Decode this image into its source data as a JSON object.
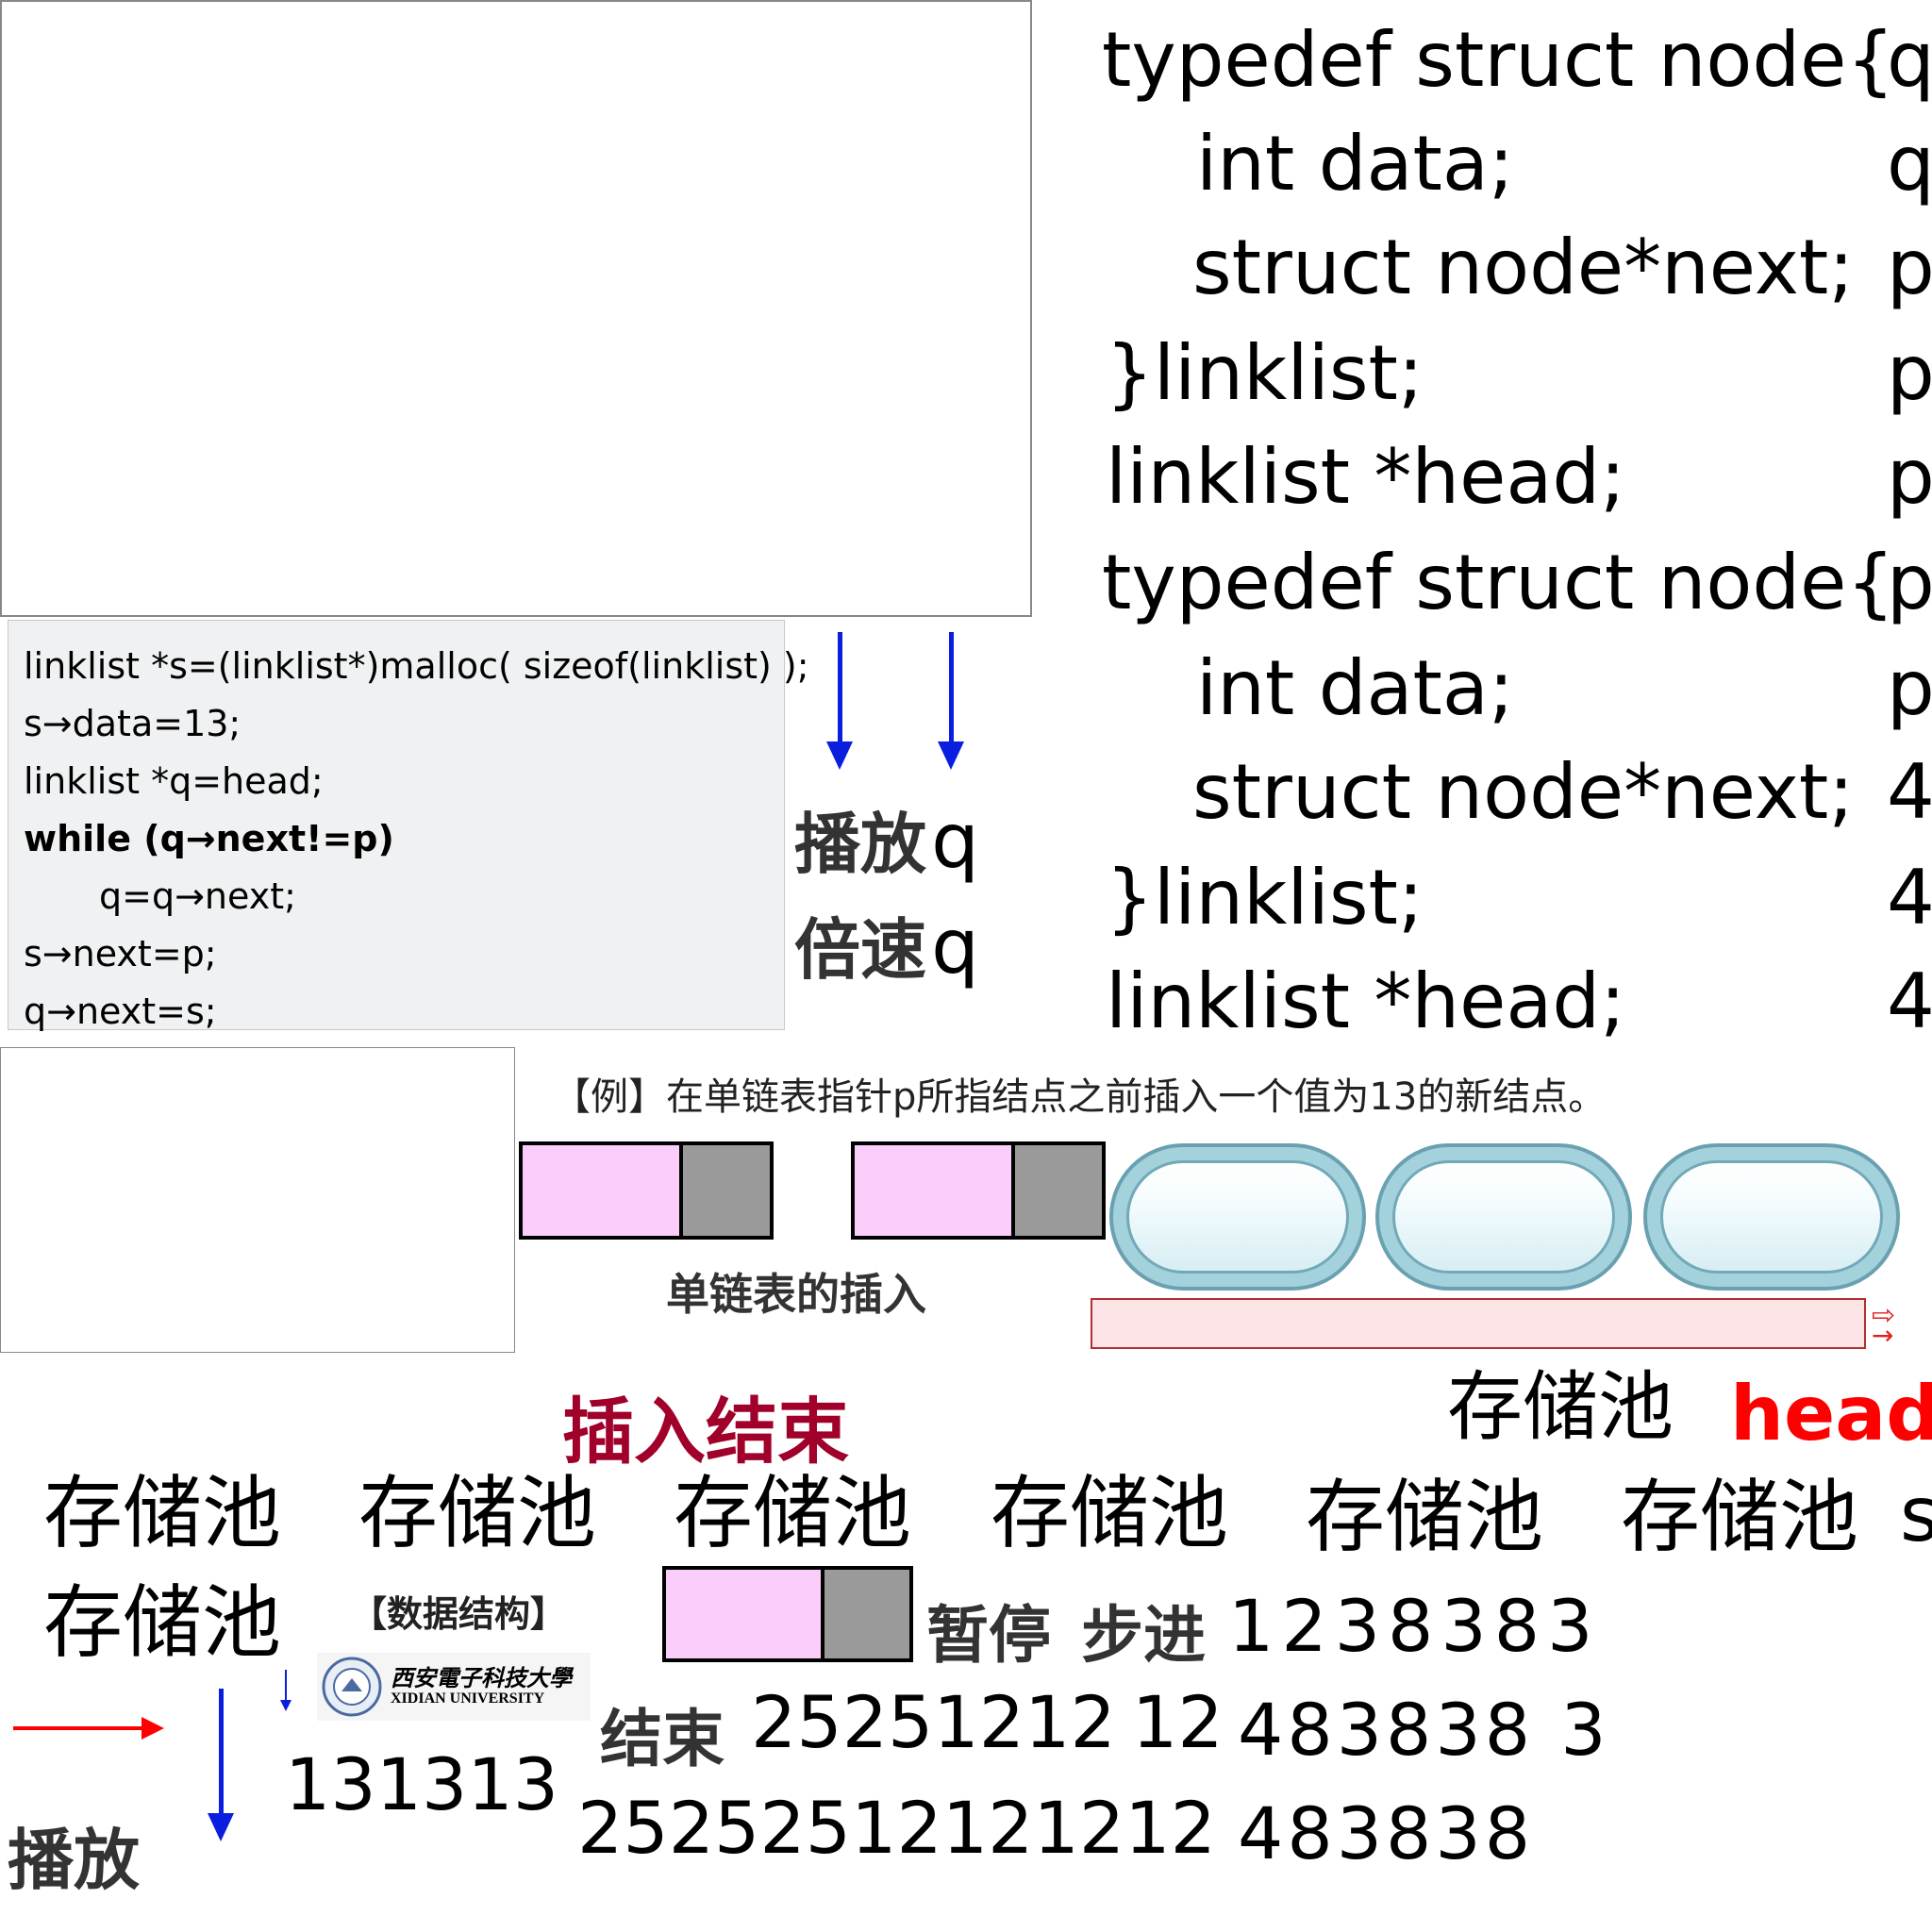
{
  "code_right_1": [
    "typedef struct node{",
    "int data;",
    "struct node*next;",
    "}linklist;",
    "linklist *head;"
  ],
  "code_right_2": [
    "typedef struct node{",
    "int data;",
    "struct node*next;",
    "}linklist;",
    "linklist *head;"
  ],
  "right_column": [
    "q",
    "q",
    "p",
    "p",
    "p",
    "p",
    "p",
    "4",
    "4",
    "4"
  ],
  "code_panel": {
    "lines": [
      "linklist *s=(linklist*)malloc( sizeof(linklist) );",
      "s→data=13;",
      "linklist *q=head;",
      "while (q→next!=p)",
      "q=q→next;",
      "s→next=p;",
      "q→next=s;"
    ]
  },
  "controls": {
    "play_label": "播放",
    "play_suffix": "q",
    "speed_label": "倍速",
    "speed_suffix": "q",
    "pause_label": "暂停",
    "step_label": "步进",
    "end_label": "结束",
    "play_bottom_label": "播放"
  },
  "example_text": "【例】在单链表指针p所指结点之前插入一个值为13的新结点。",
  "subtitle": "单链表的插入",
  "insert_end": "插入结束",
  "pool_label": "存储池",
  "head_label": "head",
  "pool_row": [
    "存储池",
    "存储池",
    "存储池",
    "存储池",
    "存储池",
    "存储池"
  ],
  "pool_row_suffix": "s",
  "pool_second": "存储池",
  "ds_label": "【数据结构】",
  "university": {
    "name_cn": "西安電子科技大學",
    "name_en": "XIDIAN UNIVERSITY"
  },
  "nums": {
    "row1": "1238383",
    "row2_a": "25251212",
    "row2_b": "12",
    "row2_c": "483838 3",
    "row3_a": "131313",
    "row3_b": "25252512121212",
    "row3_c": "483838"
  },
  "colors": {
    "accent_red": "#ff0000",
    "dark_red": "#a0002a",
    "blue": "#0a1ee0",
    "pink": "#fbcdfb",
    "gray": "#9a9a9a",
    "pill_teal": "#a4d2dc"
  }
}
